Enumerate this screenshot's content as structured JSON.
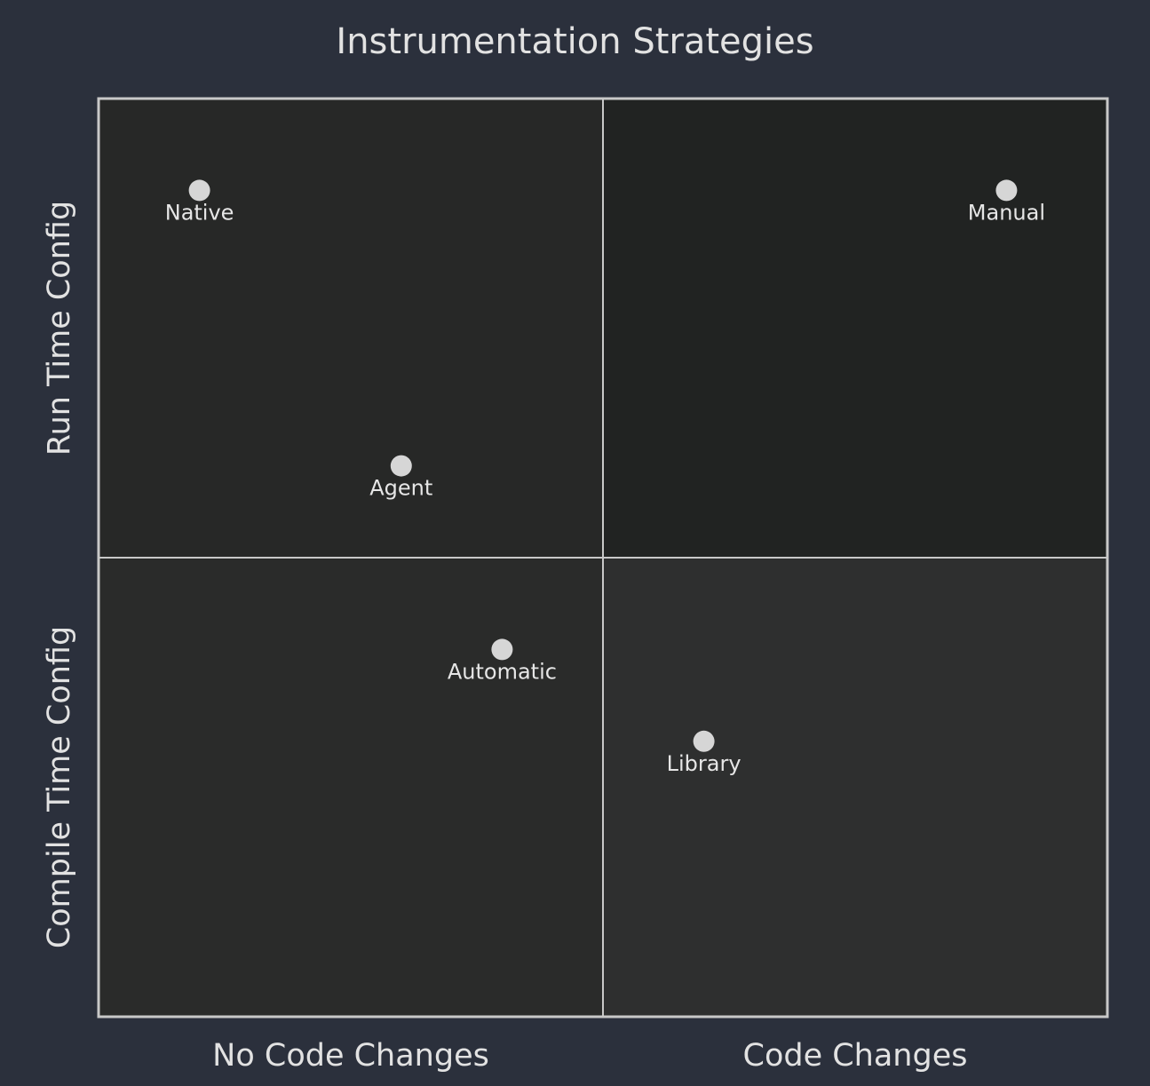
{
  "chart_data": {
    "type": "scatter",
    "title": "Instrumentation Strategies",
    "x_axis": {
      "low_label": "No Code Changes",
      "high_label": "Code Changes",
      "range": [
        0,
        1
      ]
    },
    "y_axis": {
      "low_label": "Compile Time Config",
      "high_label": "Run Time Config",
      "range": [
        0,
        1
      ]
    },
    "quadrant_colors": {
      "top_left": "#272827",
      "top_right": "#212322",
      "bottom_left": "#2a2b2a",
      "bottom_right": "#2e2f2f"
    },
    "points": [
      {
        "name": "Native",
        "x": 0.1,
        "y": 0.9
      },
      {
        "name": "Manual",
        "x": 0.9,
        "y": 0.9
      },
      {
        "name": "Agent",
        "x": 0.3,
        "y": 0.6
      },
      {
        "name": "Automatic",
        "x": 0.4,
        "y": 0.4
      },
      {
        "name": "Library",
        "x": 0.6,
        "y": 0.3
      }
    ],
    "point_color": "#d6d6d6",
    "border_color": "#c8c8c8",
    "grid": false
  }
}
